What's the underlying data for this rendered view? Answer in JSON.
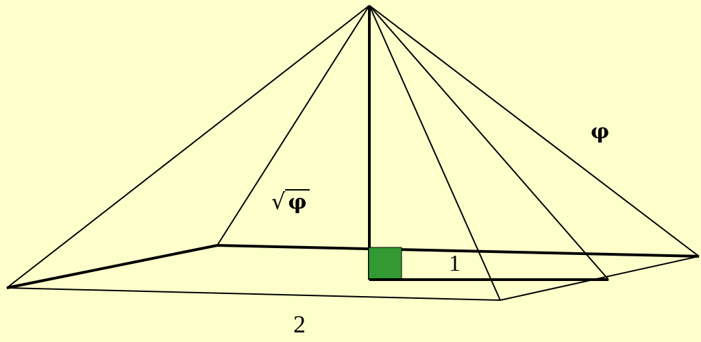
{
  "labels": {
    "slant_edge": "φ",
    "sqrt_symbol": "√",
    "sqrt_radicand": "φ",
    "half_base": "1",
    "base": "2"
  },
  "colors": {
    "background": "#ffffcc",
    "line": "#000000",
    "right_angle_fill": "#339933"
  }
}
